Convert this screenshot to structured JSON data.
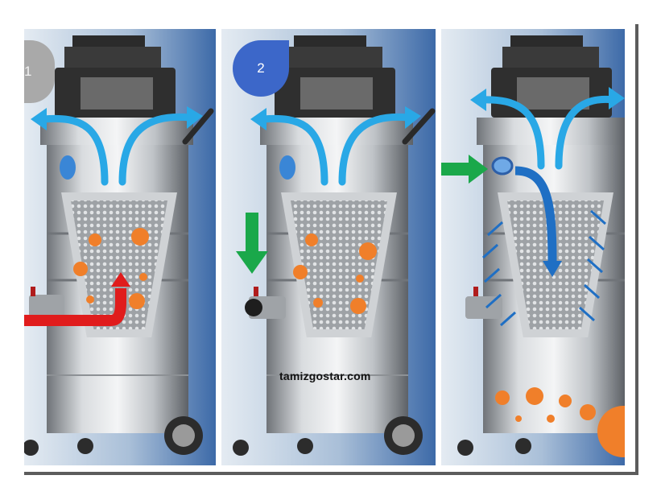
{
  "panels": [
    {
      "step_label": "1"
    },
    {
      "step_label": "2"
    },
    {
      "step_label": ""
    }
  ],
  "watermark": "tamizgostar.com",
  "colors": {
    "background_blue": "#3d6aa8",
    "airflow_blue": "#29a8e6",
    "dust_orange": "#f07f2a",
    "inlet_red": "#e01c1c",
    "cleaning_green": "#1aa84a",
    "filter_gray": "#b9bcc0",
    "badge_blue": "#3c67c9"
  },
  "icons": [
    "airflow-arrow-icon",
    "dust-particle-icon",
    "inlet-arrow-icon",
    "green-arrow-icon",
    "filter-cone-icon"
  ]
}
